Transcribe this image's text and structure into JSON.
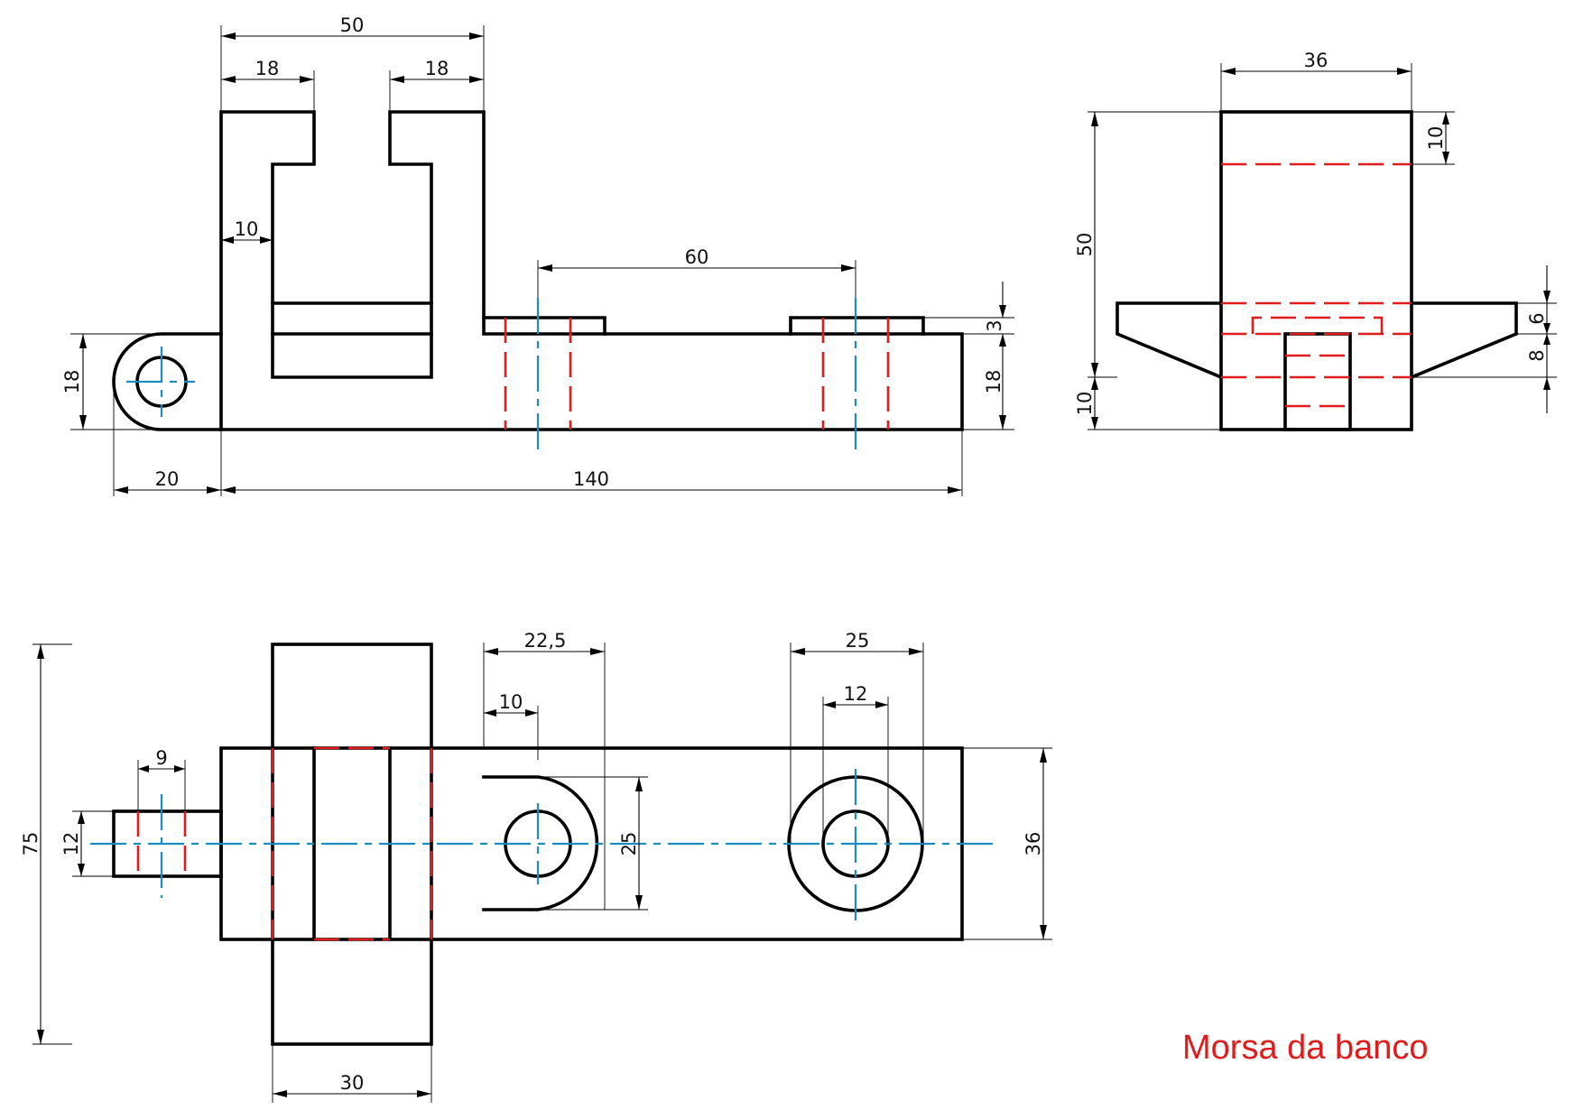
{
  "title": "Morsa da banco",
  "colors": {
    "outline": "#000000",
    "hidden_lines": "#e01b1b",
    "center_lines": "#1a8cc0",
    "title": "#e01b1b"
  },
  "front_view": {
    "dim_50": "50",
    "dim_18_left": "18",
    "dim_18_right": "18",
    "dim_10": "10",
    "dim_60": "60",
    "dim_3": "3",
    "dim_18_vert_right": "18",
    "dim_18_vert_left": "18",
    "dim_20": "20",
    "dim_140": "140"
  },
  "side_view": {
    "dim_36": "36",
    "dim_10_top": "10",
    "dim_50": "50",
    "dim_6": "6",
    "dim_8": "8",
    "dim_10_bottom": "10"
  },
  "top_view": {
    "dim_22_5": "22,5",
    "dim_10": "10",
    "dim_25_top": "25",
    "dim_12_top": "12",
    "dim_9": "9",
    "dim_75": "75",
    "dim_12_left": "12",
    "dim_25_vert": "25",
    "dim_36": "36",
    "dim_30": "30"
  }
}
